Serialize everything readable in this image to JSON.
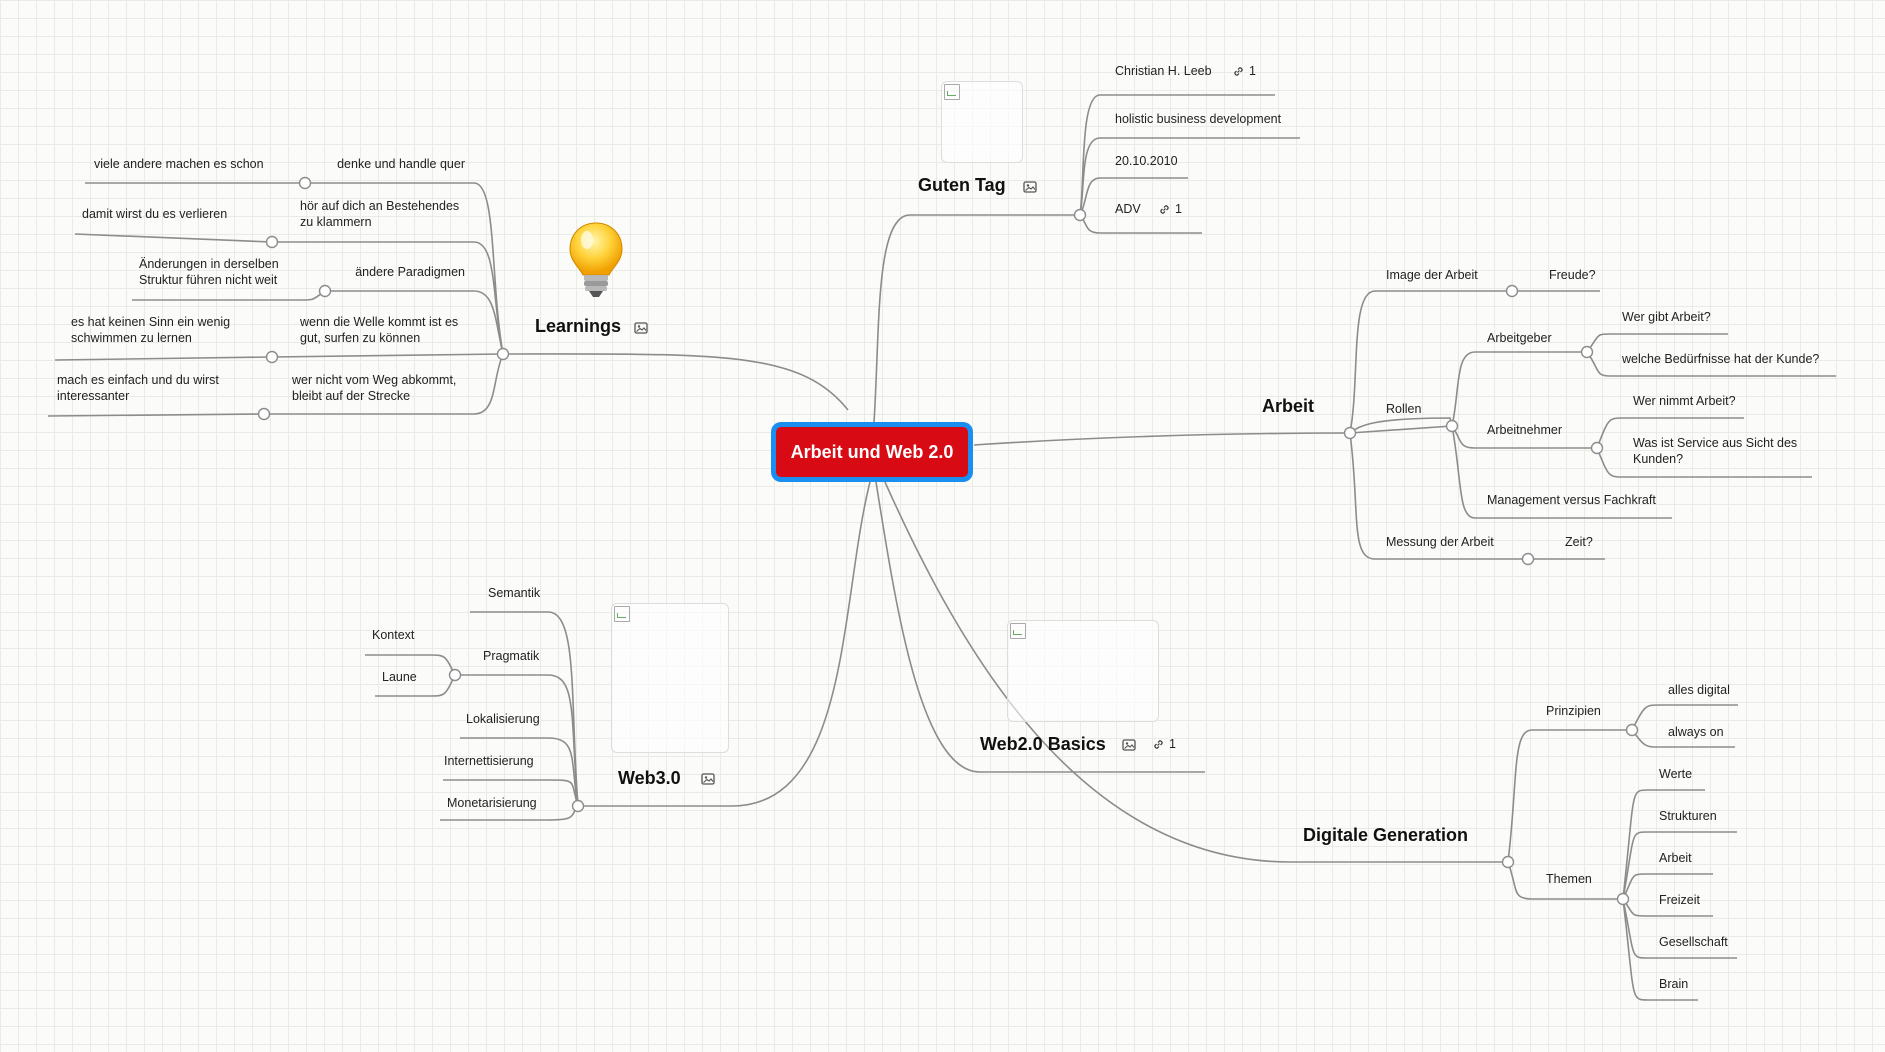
{
  "central": {
    "title": "Arbeit und Web 2.0"
  },
  "branches": {
    "guten_tag": {
      "title": "Guten Tag",
      "image_icon": "image-icon",
      "children": {
        "author": "Christian H. Leeb",
        "author_links": "1",
        "subtitle": "holistic business development",
        "date": "20.10.2010",
        "org": "ADV",
        "org_links": "1"
      }
    },
    "arbeit": {
      "title": "Arbeit",
      "image": {
        "label": "Image der Arbeit",
        "child": "Freude?"
      },
      "rollen": {
        "label": "Rollen",
        "arbeitgeber": {
          "label": "Arbeitgeber",
          "children": [
            "Wer gibt Arbeit?",
            "welche Bedürfnisse hat der Kunde?"
          ]
        },
        "arbeitnehmer": {
          "label": "Arbeitnehmer",
          "children": [
            "Wer nimmt Arbeit?",
            "Was ist Service aus Sicht des",
            "Kunden?"
          ]
        },
        "management": "Management versus Fachkraft"
      },
      "messung": {
        "label": "Messung der Arbeit",
        "child": "Zeit?"
      }
    },
    "learnings": {
      "title": "Learnings",
      "items": [
        {
          "label": [
            "denke und handle quer"
          ],
          "child": [
            "viele andere machen es schon"
          ]
        },
        {
          "label": [
            "hör auf dich an Bestehendes",
            "zu klammern"
          ],
          "child": [
            "damit wirst du es verlieren"
          ]
        },
        {
          "label": [
            "ändere Paradigmen"
          ],
          "child": [
            "Änderungen in derselben",
            "Struktur führen nicht weit"
          ]
        },
        {
          "label": [
            "wenn die Welle kommt ist es",
            "gut, surfen zu können"
          ],
          "child": [
            "es hat keinen Sinn ein wenig",
            "schwimmen zu lernen"
          ]
        },
        {
          "label": [
            "wer nicht vom Weg abkommt,",
            "bleibt auf der Strecke"
          ],
          "child": [
            "mach es einfach und du wirst",
            "interessanter"
          ]
        }
      ]
    },
    "web3": {
      "title": "Web3.0",
      "items": {
        "semantik": "Semantik",
        "pragmatik": "Pragmatik",
        "kontext": "Kontext",
        "laune": "Laune",
        "lokalisierung": "Lokalisierung",
        "internettisierung": "Internettisierung",
        "monetarisierung": "Monetarisierung"
      }
    },
    "web2": {
      "title": "Web2.0 Basics",
      "links": "1"
    },
    "digitale": {
      "title": "Digitale Generation",
      "prinzipien": {
        "label": "Prinzipien",
        "children": [
          "alles digital",
          "always on"
        ]
      },
      "themen": {
        "label": "Themen",
        "children": [
          "Werte",
          "Strukturen",
          "Arbeit",
          "Freizeit",
          "Gesellschaft",
          "Brain"
        ]
      }
    }
  },
  "colors": {
    "central_fill": "#d80b14",
    "central_border": "#1a8ff0",
    "line": "#8c8c8c"
  }
}
